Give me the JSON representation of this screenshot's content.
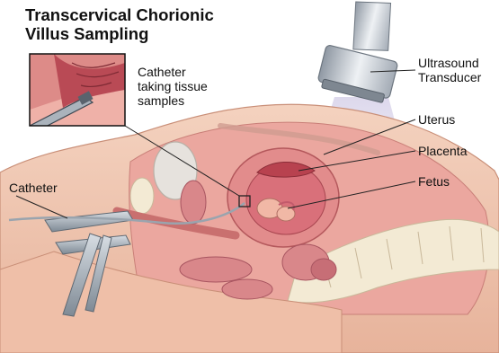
{
  "title": {
    "line1": "Transcervical Chorionic",
    "line2": "Villus Sampling"
  },
  "labels": {
    "catheter_inset": {
      "line1": "Catheter",
      "line2": "taking tissue",
      "line3": "samples"
    },
    "ultrasound": {
      "line1": "Ultrasound",
      "line2": "Transducer"
    },
    "uterus": "Uterus",
    "placenta": "Placenta",
    "fetus": "Fetus",
    "catheter": "Catheter"
  },
  "colors": {
    "skin": "#f2c9b3",
    "tissue": "#e8a4a0",
    "uterus_wall": "#e28c8c",
    "amniotic_cavity": "#d9707a",
    "placenta": "#b8424f",
    "instrument": "#9aa4ae",
    "transducer": "#c9cfd6",
    "bone": "#f3ead4"
  }
}
